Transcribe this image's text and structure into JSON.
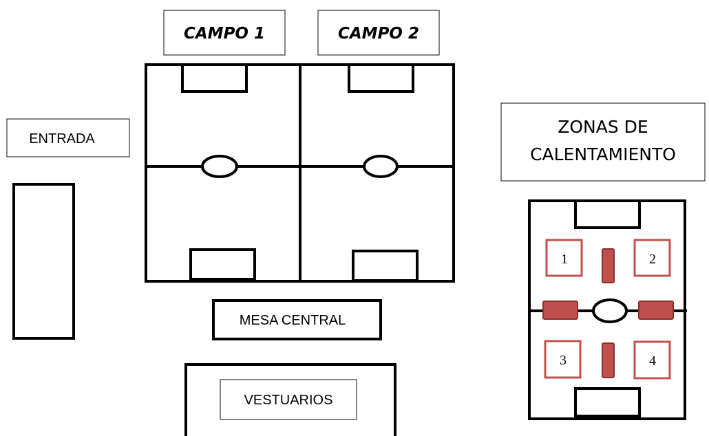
{
  "labels": {
    "campo1": "CAMPO 1",
    "campo2": "CAMPO 2",
    "entrada": "ENTRADA",
    "mesa_central": "MESA CENTRAL",
    "vestuarios": "VESTUARIOS",
    "zonas_line1": "ZONAS DE",
    "zonas_line2": "CALENTAMIENTO"
  },
  "warmup_stations": [
    "1",
    "2",
    "3",
    "4"
  ],
  "colors": {
    "line": "#000000",
    "station_outline": "#c0504d",
    "station_fill": "#c0504d"
  }
}
